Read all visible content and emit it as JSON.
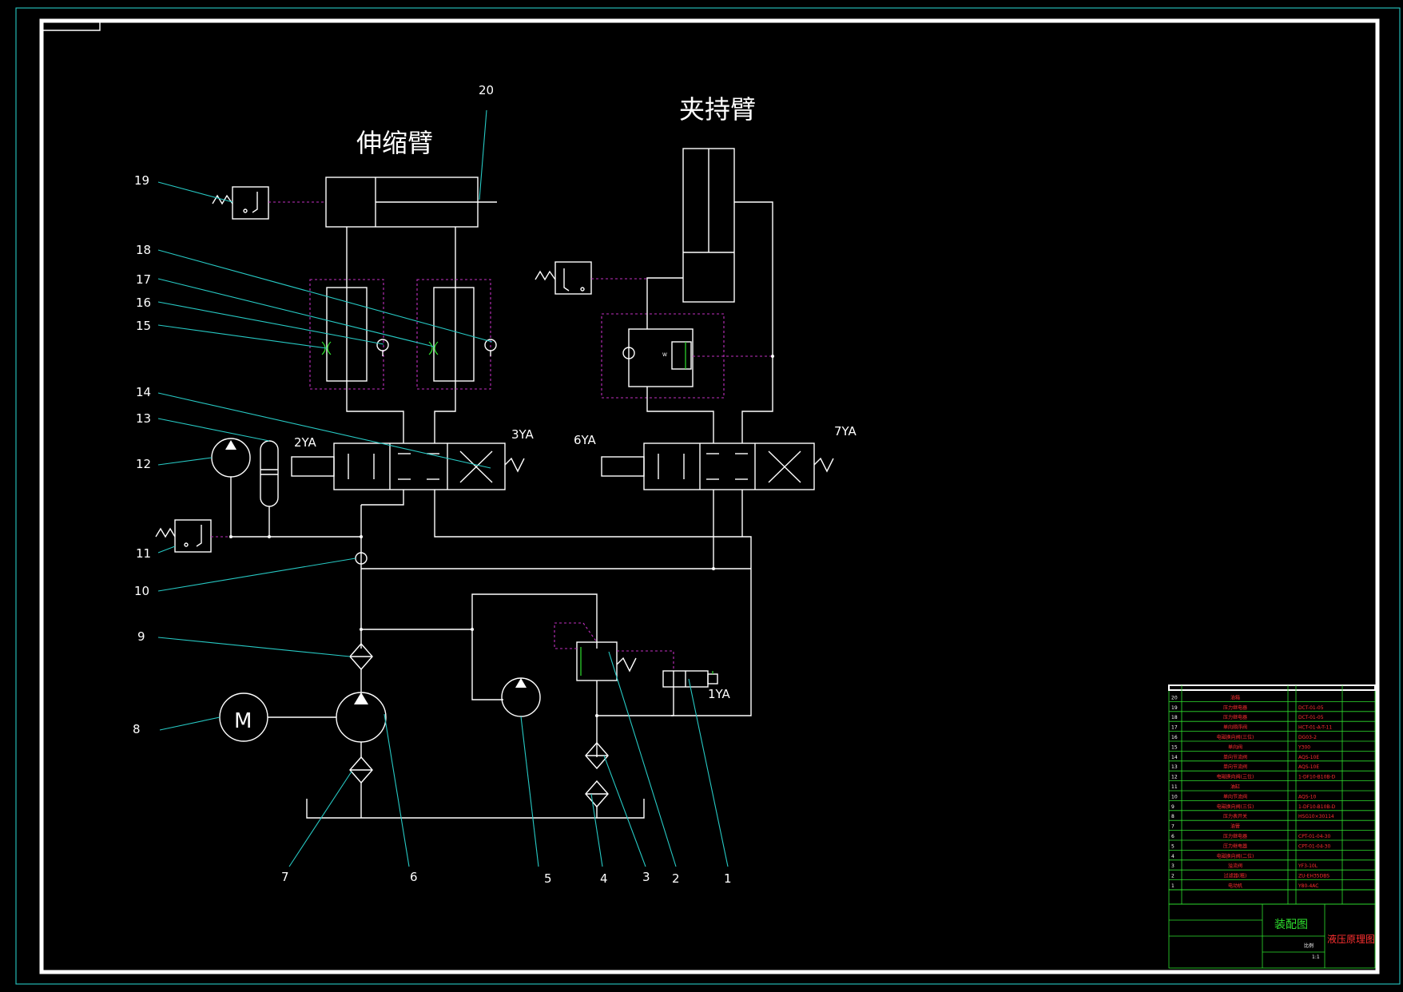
{
  "labels": {
    "top_left_arm": "伸缩臂",
    "top_right_arm": "夹持臂",
    "solenoids": [
      "2YA",
      "3YA",
      "6YA",
      "7YA",
      "1YA"
    ],
    "motor": "M",
    "callouts": [
      "1",
      "2",
      "3",
      "4",
      "5",
      "6",
      "7",
      "8",
      "9",
      "10",
      "11",
      "12",
      "13",
      "14",
      "15",
      "16",
      "17",
      "18",
      "19",
      "20"
    ]
  },
  "title_block": {
    "assembly": "装配图",
    "drawing_name": "液压原理图",
    "scale_header": "比例",
    "scale": "1:1"
  },
  "parts_list": [
    {
      "no": "20",
      "name": "油箱",
      "code": ""
    },
    {
      "no": "19",
      "name": "压力继电器",
      "code": "DCT-01-05"
    },
    {
      "no": "18",
      "name": "压力继电器",
      "code": "DCT-01-05"
    },
    {
      "no": "17",
      "name": "单向顺序阀",
      "code": "HCT-01-A-T-11"
    },
    {
      "no": "16",
      "name": "电磁换向阀(三位)",
      "code": "DG03-2"
    },
    {
      "no": "15",
      "name": "单向阀",
      "code": "Y300"
    },
    {
      "no": "14",
      "name": "单向节流阀",
      "code": "AQS-10E"
    },
    {
      "no": "13",
      "name": "单向节流阀",
      "code": "AQS-10E"
    },
    {
      "no": "12",
      "name": "电磁换向阀(三位)",
      "code": "1-DF10-B10B-D"
    },
    {
      "no": "11",
      "name": "油缸",
      "code": ""
    },
    {
      "no": "10",
      "name": "单向节流阀",
      "code": "AQS-10"
    },
    {
      "no": "9",
      "name": "电磁换向阀(三位)",
      "code": "1-DF10-B10B-D"
    },
    {
      "no": "8",
      "name": "压力表开关",
      "code": "HSG10×30114"
    },
    {
      "no": "7",
      "name": "油管",
      "code": ""
    },
    {
      "no": "6",
      "name": "压力继电器",
      "code": "CPT-01-04-30"
    },
    {
      "no": "5",
      "name": "压力继电器",
      "code": "CPT-01-04-30"
    },
    {
      "no": "4",
      "name": "电磁换向阀(二位)",
      "code": ""
    },
    {
      "no": "3",
      "name": "溢流阀",
      "code": "YF3-10L"
    },
    {
      "no": "2",
      "name": "过滤器(粗)",
      "code": "ZU-EH35DBS"
    },
    {
      "no": "1",
      "name": "电动机",
      "code": "Y80-4AC"
    }
  ]
}
